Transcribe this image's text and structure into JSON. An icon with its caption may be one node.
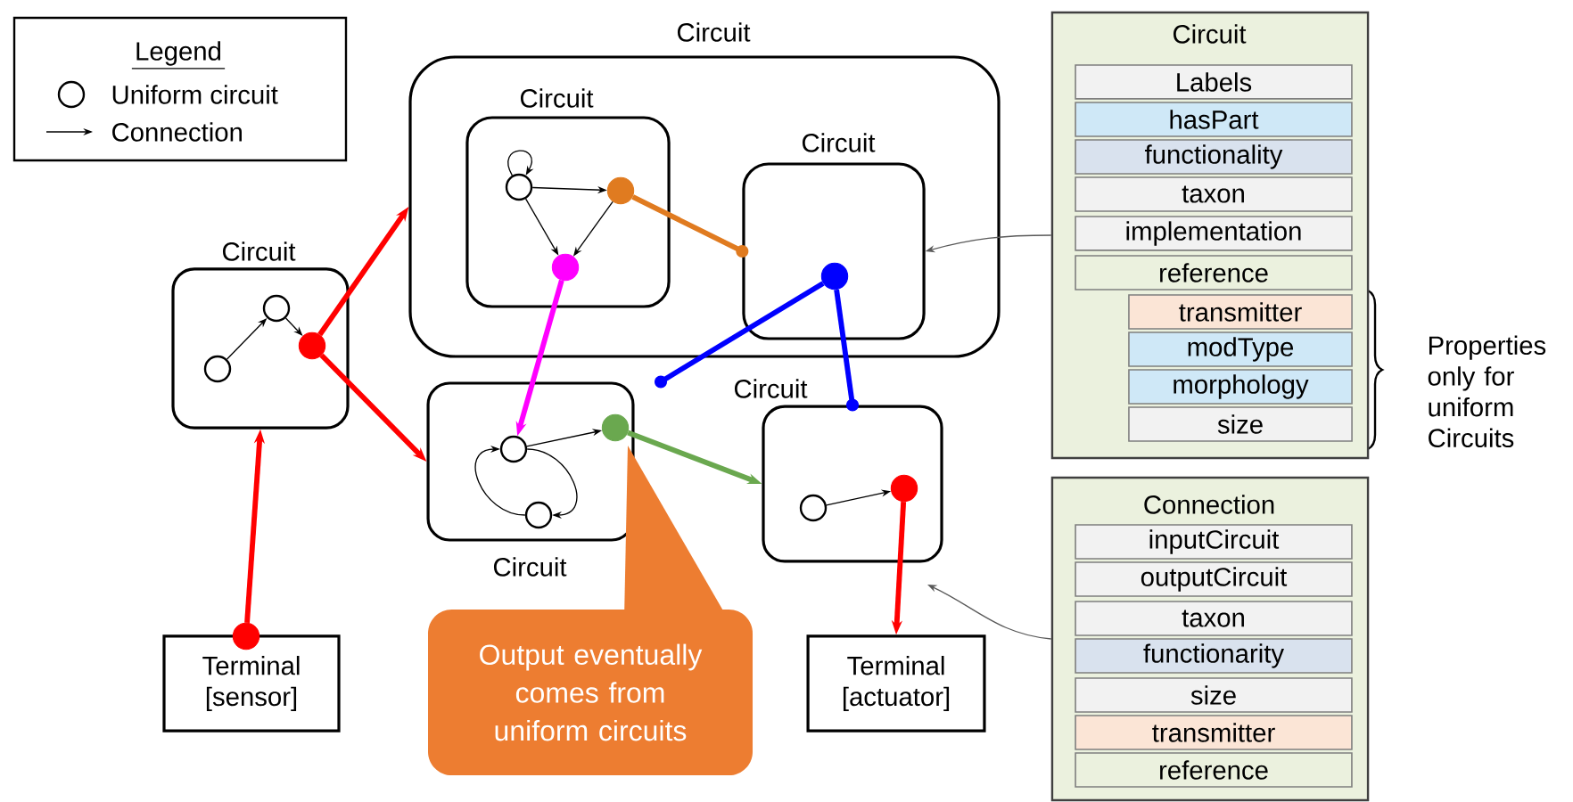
{
  "diagram": {
    "nodes": [
      {
        "text": [
          "Circuit"
        ]
      },
      {
        "text": [
          "Circuit"
        ],
        "in": 0
      },
      {
        "text": [
          "Circuit"
        ],
        "in": 0
      },
      {
        "text": [
          "Circuit"
        ]
      },
      {
        "text": [
          "Circuit"
        ]
      },
      {
        "text": [
          "Circuit"
        ]
      },
      {
        "text": [
          "Terminal [sensor]"
        ]
      },
      {
        "text": [
          "Terminal [actuator]"
        ]
      },
      {
        "text": [
          "Output eventually comes from uniform circuits"
        ]
      },
      {
        "text": [
          "Circuit"
        ]
      },
      {
        "text": [
          "Labels"
        ],
        "in": 9
      },
      {
        "text": [
          "hasPart"
        ],
        "in": 9
      },
      {
        "text": [
          "functionality"
        ],
        "in": 9
      },
      {
        "text": [
          "taxon"
        ],
        "in": 9
      },
      {
        "text": [
          "implementation"
        ],
        "in": 9
      },
      {
        "text": [
          "reference"
        ],
        "in": 9
      },
      {
        "text": [
          "transmitter"
        ],
        "in": 9
      },
      {
        "text": [
          "modType"
        ],
        "in": 9
      },
      {
        "text": [
          "morphology"
        ],
        "in": 9
      },
      {
        "text": [
          "size"
        ],
        "in": 9
      },
      {
        "text": [
          "Connection"
        ]
      },
      {
        "text": [
          "inputCircuit"
        ],
        "in": 20
      },
      {
        "text": [
          "outputCircuit"
        ],
        "in": 20
      },
      {
        "text": [
          "taxon"
        ],
        "in": 20
      },
      {
        "text": [
          "functionarity"
        ],
        "in": 20
      },
      {
        "text": [
          "size"
        ],
        "in": 20
      },
      {
        "text": [
          "transmitter"
        ],
        "in": 20
      },
      {
        "text": [
          "reference"
        ],
        "in": 20
      },
      {
        "text": [],
        "shape": "circle",
        "in": 3
      },
      {
        "text": [],
        "shape": "circle",
        "in": 3
      },
      {
        "text": [],
        "shape": "circle",
        "in": 3
      },
      {
        "text": [],
        "shape": "circle",
        "in": 1
      },
      {
        "text": [],
        "shape": "circle",
        "in": 1
      },
      {
        "text": [],
        "shape": "circle",
        "in": 1
      },
      {
        "text": [],
        "shape": "circle",
        "in": 2
      },
      {
        "text": [],
        "shape": "circle",
        "in": 4
      },
      {
        "text": [],
        "shape": "circle",
        "in": 4
      },
      {
        "text": [],
        "shape": "circle",
        "in": 4
      },
      {
        "text": [],
        "shape": "circle",
        "in": 5
      },
      {
        "text": [],
        "shape": "circle",
        "in": 5
      },
      {
        "text": [],
        "shape": "circle"
      }
    ],
    "edges": [
      {
        "from": 28,
        "to": 29,
        "arrow": "to"
      },
      {
        "from": 29,
        "to": 30,
        "arrow": "to"
      },
      {
        "from": 31,
        "to": 31,
        "arrow": "to"
      },
      {
        "from": 31,
        "to": 32,
        "arrow": "to"
      },
      {
        "from": 31,
        "to": 33,
        "arrow": "to"
      },
      {
        "from": 32,
        "to": 33,
        "arrow": "to"
      },
      {
        "from": 35,
        "to": 37,
        "arrow": "to"
      },
      {
        "from": 36,
        "to": 35,
        "arrow": "to"
      },
      {
        "from": 35,
        "to": 36,
        "arrow": "to"
      },
      {
        "from": 38,
        "to": 39,
        "arrow": "to"
      },
      {
        "from": 30,
        "to": 0,
        "arrow": "to",
        "style": "thick",
        "color": "#ff0000"
      },
      {
        "from": 30,
        "to": 4,
        "arrow": "to",
        "style": "thick",
        "color": "#ff0000"
      },
      {
        "from": 40,
        "to": 3,
        "arrow": "to",
        "style": "thick",
        "color": "#ff0000"
      },
      {
        "from": 32,
        "to": 2,
        "arrow": "other",
        "style": "thick",
        "color": "#e07b20"
      },
      {
        "from": 33,
        "to": 35,
        "arrow": "to",
        "style": "thick",
        "color": "#ff00ff"
      },
      {
        "from": 34,
        "to": 4,
        "arrow": "other",
        "style": "thick",
        "color": "#0000ff"
      },
      {
        "from": 34,
        "to": 5,
        "arrow": "other",
        "style": "thick",
        "color": "#0000ff"
      },
      {
        "from": 37,
        "to": 5,
        "arrow": "to",
        "style": "thick",
        "color": "#6aa84f"
      },
      {
        "from": 39,
        "to": 7,
        "arrow": "to",
        "style": "thick",
        "color": "#ff0000"
      },
      {
        "from": 9,
        "to": 2,
        "arrow": "to",
        "color": "#595959"
      },
      {
        "from": 20,
        "to": null,
        "arrow": "to",
        "color": "#595959"
      }
    ],
    "labels": [
      "Legend",
      "Properties only for uniform Circuits"
    ],
    "legend": [
      {
        "text": "Uniform circuit"
      },
      {
        "text": "Connection"
      }
    ]
  }
}
